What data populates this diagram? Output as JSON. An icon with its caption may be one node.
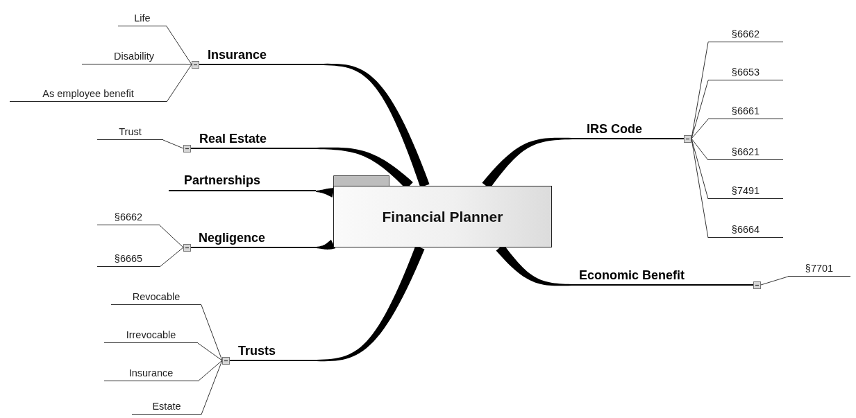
{
  "diagram": {
    "nodes": [
      {
        "text": [
          "Financial Planner"
        ]
      },
      {
        "text": [
          "Insurance"
        ]
      },
      {
        "text": [
          "Life"
        ]
      },
      {
        "text": [
          "Disability"
        ]
      },
      {
        "text": [
          "As employee benefit"
        ]
      },
      {
        "text": [
          "Real Estate"
        ]
      },
      {
        "text": [
          "Trust"
        ]
      },
      {
        "text": [
          "Partnerships"
        ]
      },
      {
        "text": [
          "Negligence"
        ]
      },
      {
        "text": [
          "§6662"
        ]
      },
      {
        "text": [
          "§6665"
        ]
      },
      {
        "text": [
          "Trusts"
        ]
      },
      {
        "text": [
          "Revocable"
        ]
      },
      {
        "text": [
          "Irrevocable"
        ]
      },
      {
        "text": [
          "Insurance"
        ]
      },
      {
        "text": [
          "Estate"
        ]
      },
      {
        "text": [
          "IRS Code"
        ]
      },
      {
        "text": [
          "§6662"
        ]
      },
      {
        "text": [
          "§6653"
        ]
      },
      {
        "text": [
          "§6661"
        ]
      },
      {
        "text": [
          "§6621"
        ]
      },
      {
        "text": [
          "§7491"
        ]
      },
      {
        "text": [
          "§6664"
        ]
      },
      {
        "text": [
          "Economic Benefit"
        ]
      },
      {
        "text": [
          "§7701"
        ]
      }
    ],
    "edges": [
      {
        "from": 0,
        "to": 1,
        "arrow": "none",
        "style": "thick"
      },
      {
        "from": 1,
        "to": 2,
        "arrow": "none"
      },
      {
        "from": 1,
        "to": 3,
        "arrow": "none"
      },
      {
        "from": 1,
        "to": 4,
        "arrow": "none"
      },
      {
        "from": 0,
        "to": 5,
        "arrow": "none",
        "style": "thick"
      },
      {
        "from": 5,
        "to": 6,
        "arrow": "none"
      },
      {
        "from": 0,
        "to": 7,
        "arrow": "none",
        "style": "thick"
      },
      {
        "from": 0,
        "to": 8,
        "arrow": "none",
        "style": "thick"
      },
      {
        "from": 8,
        "to": 9,
        "arrow": "none"
      },
      {
        "from": 8,
        "to": 10,
        "arrow": "none"
      },
      {
        "from": 0,
        "to": 11,
        "arrow": "none",
        "style": "thick"
      },
      {
        "from": 11,
        "to": 12,
        "arrow": "none"
      },
      {
        "from": 11,
        "to": 13,
        "arrow": "none"
      },
      {
        "from": 11,
        "to": 14,
        "arrow": "none"
      },
      {
        "from": 11,
        "to": 15,
        "arrow": "none"
      },
      {
        "from": 0,
        "to": 16,
        "arrow": "none",
        "style": "thick"
      },
      {
        "from": 16,
        "to": 17,
        "arrow": "none"
      },
      {
        "from": 16,
        "to": 18,
        "arrow": "none"
      },
      {
        "from": 16,
        "to": 19,
        "arrow": "none"
      },
      {
        "from": 16,
        "to": 20,
        "arrow": "none"
      },
      {
        "from": 16,
        "to": 21,
        "arrow": "none"
      },
      {
        "from": 16,
        "to": 22,
        "arrow": "none"
      },
      {
        "from": 0,
        "to": 23,
        "arrow": "none",
        "style": "thick"
      },
      {
        "from": 23,
        "to": 24,
        "arrow": "none"
      }
    ]
  }
}
